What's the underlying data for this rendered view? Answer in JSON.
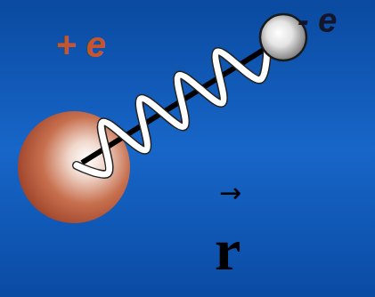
{
  "diagram": {
    "labels": [
      "+ e",
      "- e",
      "→",
      "r"
    ]
  }
}
